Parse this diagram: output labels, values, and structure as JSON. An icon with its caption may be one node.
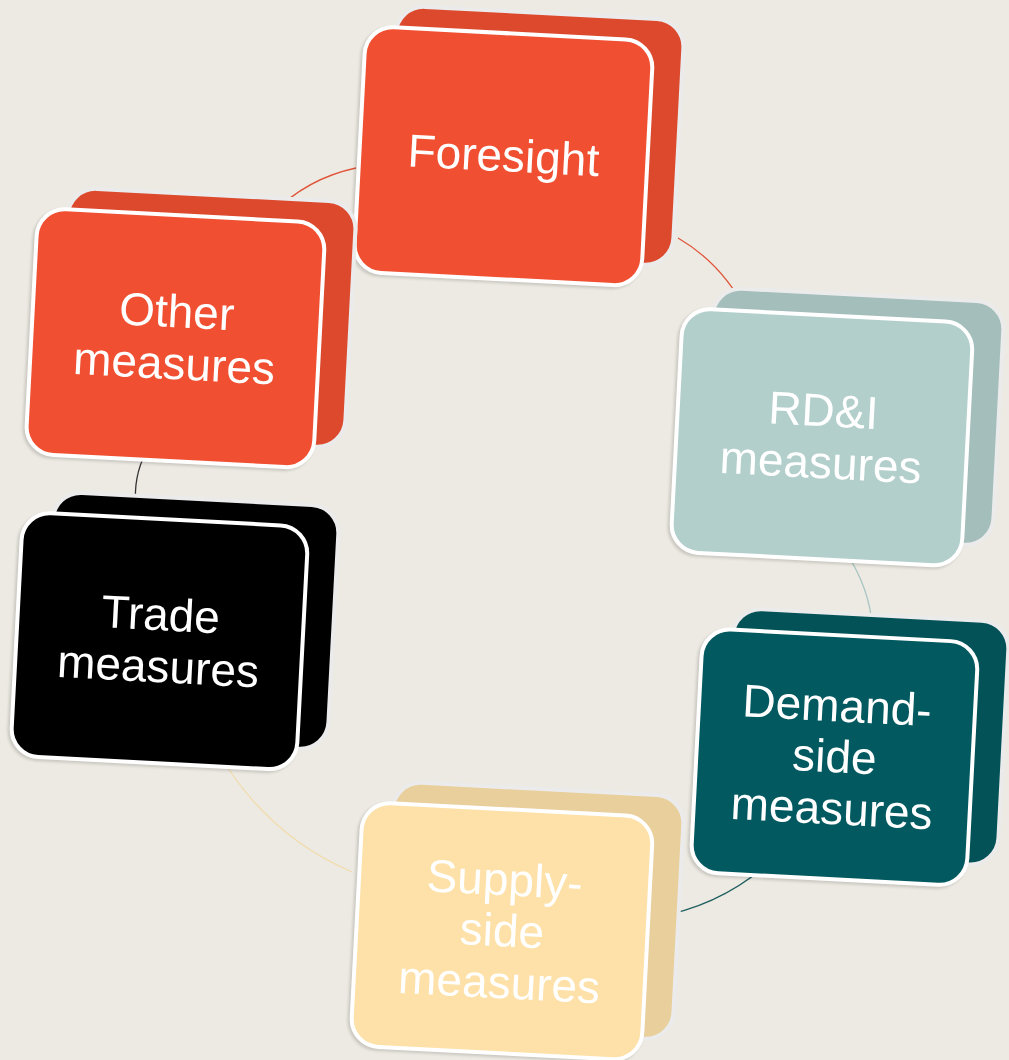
{
  "diagram": {
    "nodes": [
      {
        "text": [
          "Foresight"
        ]
      },
      {
        "text": [
          "RD&I measures"
        ]
      },
      {
        "text": [
          "Demand- side measures"
        ]
      },
      {
        "text": [
          "Supply- side measures"
        ]
      },
      {
        "text": [
          "Trade measures"
        ]
      },
      {
        "text": [
          "Other measures"
        ]
      }
    ],
    "edges": [
      {
        "from": 0,
        "to": 1,
        "arrow": "none",
        "color": "#e0553a"
      },
      {
        "from": 1,
        "to": 2,
        "arrow": "none",
        "color": "#a7c4c2"
      },
      {
        "from": 2,
        "to": 3,
        "arrow": "none",
        "color": "#1f5f60"
      },
      {
        "from": 3,
        "to": 4,
        "arrow": "none",
        "color": "#f2dcae"
      },
      {
        "from": 4,
        "to": 5,
        "arrow": "none",
        "color": "#333333"
      },
      {
        "from": 5,
        "to": 0,
        "arrow": "none",
        "color": "#e0553a"
      }
    ]
  }
}
